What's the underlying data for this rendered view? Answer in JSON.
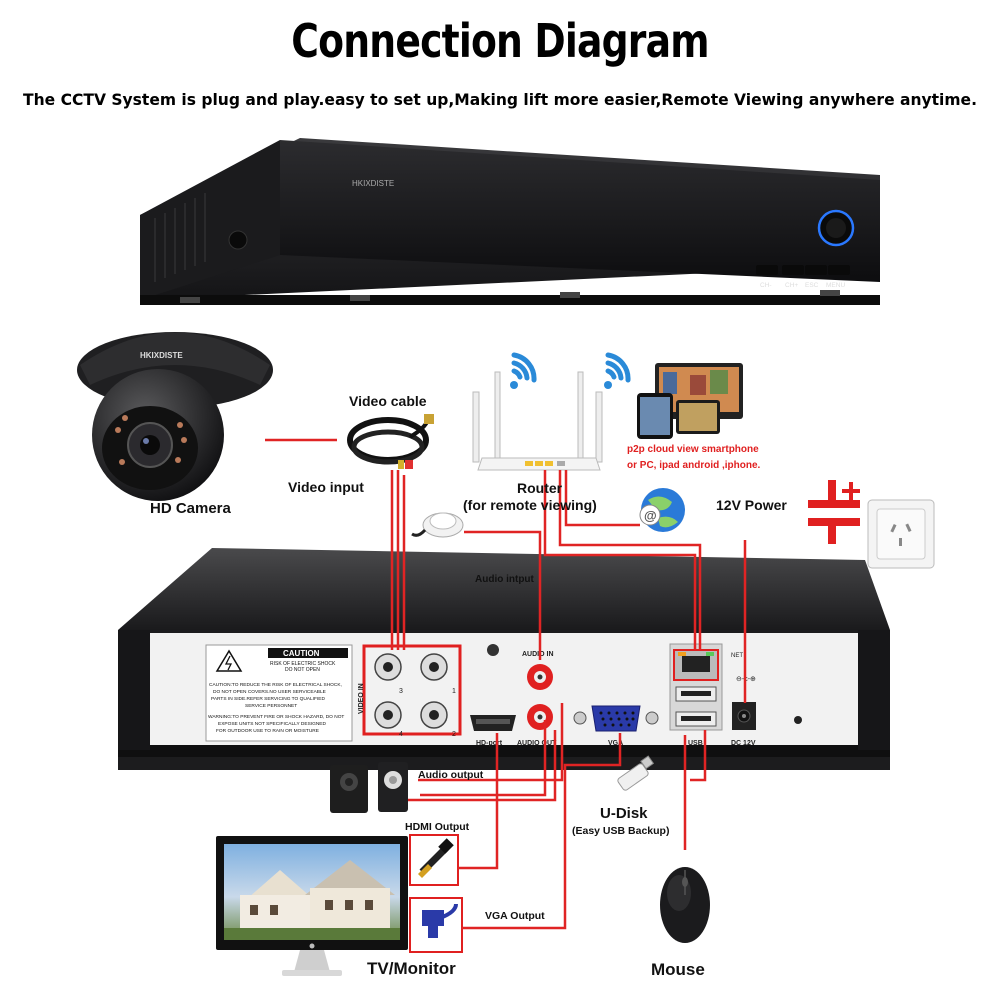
{
  "title": "Connection Diagram",
  "subtitle": "The CCTV System is plug and play.easy to set up,Making lift more easier,Remote Viewing anywhere anytime.",
  "dvr": {
    "brand": "HKIXDISTE",
    "buttons": [
      "CH-",
      "CH+",
      "ESC",
      "MENU"
    ]
  },
  "camera": {
    "brand": "HKIXDISTE",
    "label": "HD Camera"
  },
  "video_cable": {
    "label": "Video cable",
    "input_label": "Video input"
  },
  "router": {
    "label": "Router",
    "sublabel": "(for remote viewing)"
  },
  "p2p": {
    "line1": "p2p cloud  view smartphone",
    "line2": "or PC, ipad android ,iphone."
  },
  "power": {
    "label": "12V Power"
  },
  "audio_input": {
    "label": "Audio intput"
  },
  "rear_panel": {
    "caution_title": "CAUTION",
    "caution_sub1": "RISK OF ELECTRIC SHOCK",
    "caution_sub2": "DO NOT OPEN",
    "caution_lines": [
      "CAUTION:TO REDUCE THE RISK OF ELECTRICAL SHOCK,",
      "DO NOT OPEN COVERS.NO USER SERVICEABLE",
      "PARTS IN SIDE.REFER SERVICING TO QUALIFIED",
      "SERVICE PERSONNET",
      "WARNING:TO PREVENT FIRE OR SHOCK HAZARD, DO NOT",
      "EXPOSE UNITS NOT SPECIFICALLY DESIGNED",
      "FOR OUTDOOR USE TO RAIN OR MOISTURE"
    ],
    "video_in": "VIDEO IN",
    "bnc_numbers": [
      "3",
      "1",
      "4",
      "2"
    ],
    "audio_in": "AUDIO IN",
    "audio_out": "AUDIO OUT",
    "hd_port": "HD-port",
    "vga": "VGA",
    "net": "NET",
    "usb": "USB",
    "dc": "DC 12V"
  },
  "outputs": {
    "audio_output": "Audio output",
    "hdmi_output": "HDMI Output",
    "vga_output": "VGA Output",
    "tv_monitor": "TV/Monitor",
    "udisk": "U-Disk",
    "udisk_sub": "(Easy USB Backup)",
    "mouse": "Mouse"
  },
  "colors": {
    "wire": "#e02424",
    "dvr_body": "#1d1d1f",
    "panel": "#f2f2f2",
    "accent_blue": "#2a78ff"
  }
}
